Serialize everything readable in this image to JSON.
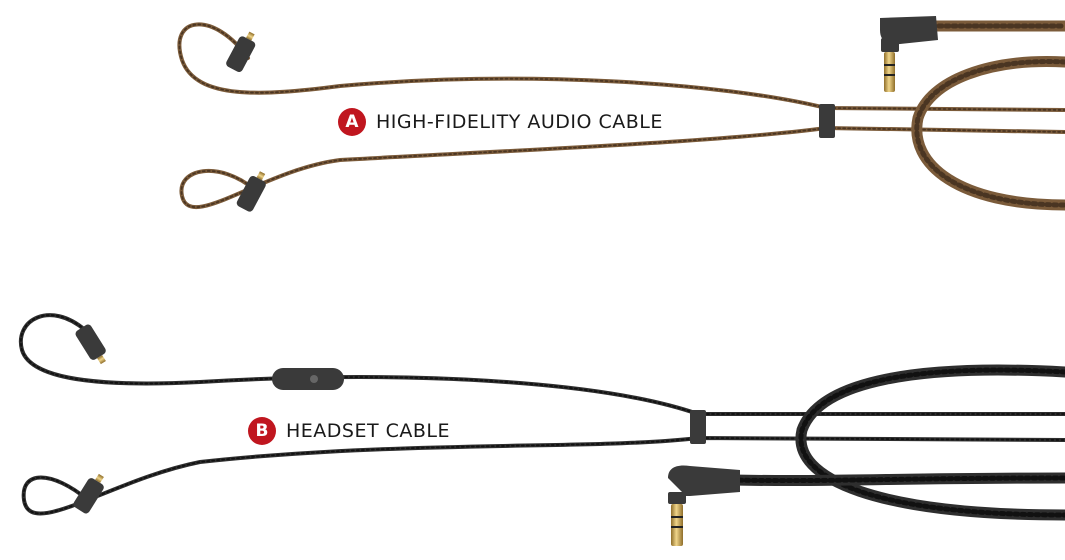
{
  "cables": [
    {
      "badge": "A",
      "label": "HIGH-FIDELITY AUDIO CABLE",
      "cable_color": "#7b5b3a",
      "cable_dark": "#4a3522"
    },
    {
      "badge": "B",
      "label": "HEADSET CABLE",
      "cable_color": "#2e2e2e",
      "cable_dark": "#111111"
    }
  ],
  "colors": {
    "badge": "#c0161f",
    "connector": "#3a3a3a",
    "gold": "#c9a24a"
  }
}
